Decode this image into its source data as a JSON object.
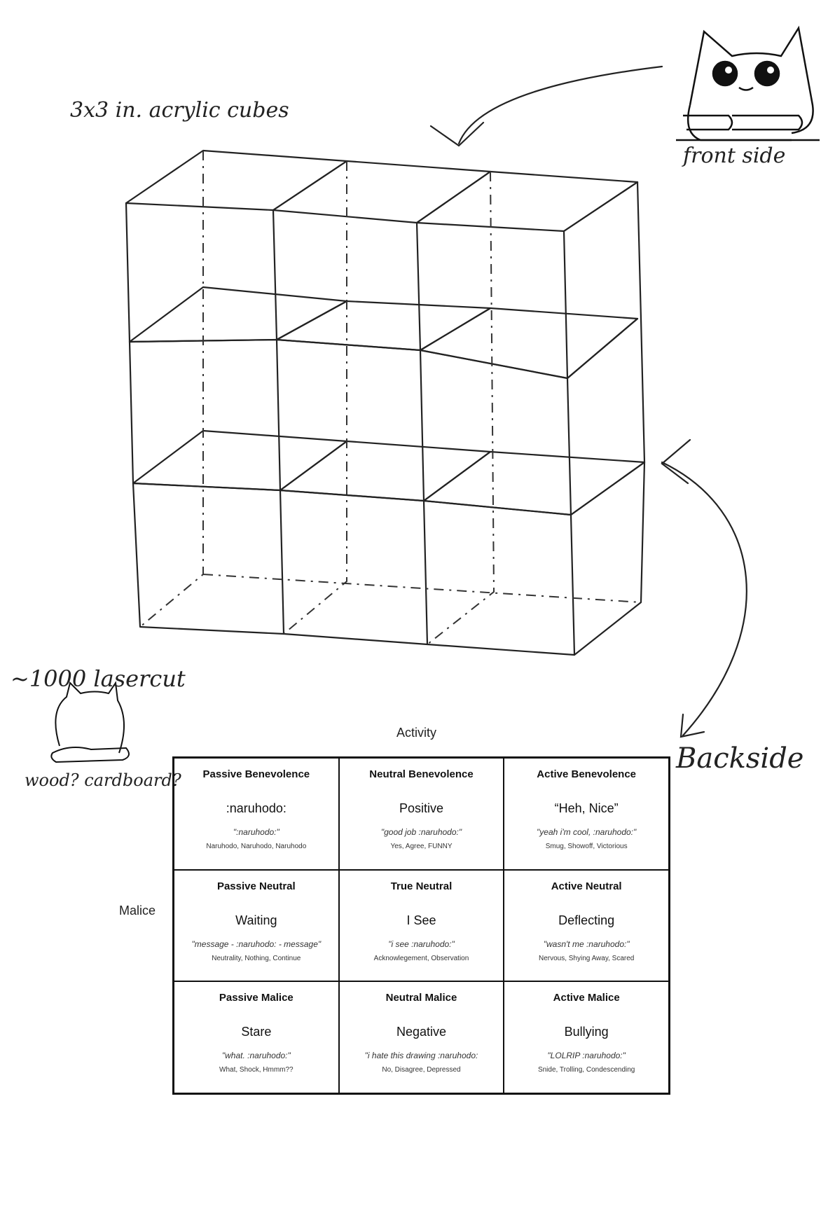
{
  "annotations": {
    "cubes": "3x3 in. acrylic cubes",
    "front": "front side",
    "backside": "Backside",
    "lasercut": "~1000 lasercut",
    "material": "wood? cardboard?"
  },
  "axes": {
    "x_label": "Activity",
    "y_label": "Malice"
  },
  "grid": [
    {
      "title": "Passive Benevolence",
      "word": ":naruhodo:",
      "quote": "\":naruhodo:\"",
      "tags": "Naruhodo, Naruhodo, Naruhodo"
    },
    {
      "title": "Neutral Benevolence",
      "word": "Positive",
      "quote": "\"good job :naruhodo:\"",
      "tags": "Yes, Agree, FUNNY"
    },
    {
      "title": "Active Benevolence",
      "word": "“Heh, Nice”",
      "quote": "\"yeah i'm cool, :naruhodo:\"",
      "tags": "Smug, Showoff, Victorious"
    },
    {
      "title": "Passive Neutral",
      "word": "Waiting",
      "quote": "\"message - :naruhodo: - message\"",
      "tags": "Neutrality, Nothing, Continue"
    },
    {
      "title": "True Neutral",
      "word": "I See",
      "quote": "\"i see :naruhodo:\"",
      "tags": "Acknowlegement, Observation"
    },
    {
      "title": "Active Neutral",
      "word": "Deflecting",
      "quote": "\"wasn't me :naruhodo:\"",
      "tags": "Nervous, Shying Away, Scared"
    },
    {
      "title": "Passive Malice",
      "word": "Stare",
      "quote": "\"what. :naruhodo:\"",
      "tags": "What, Shock, Hmmm??"
    },
    {
      "title": "Neutral Malice",
      "word": "Negative",
      "quote": "\"i hate this drawing :naruhodo:",
      "tags": "No, Disagree, Depressed"
    },
    {
      "title": "Active Malice",
      "word": "Bullying",
      "quote": "\"LOLRIP :naruhodo:\"",
      "tags": "Snide, Trolling, Condescending"
    }
  ]
}
